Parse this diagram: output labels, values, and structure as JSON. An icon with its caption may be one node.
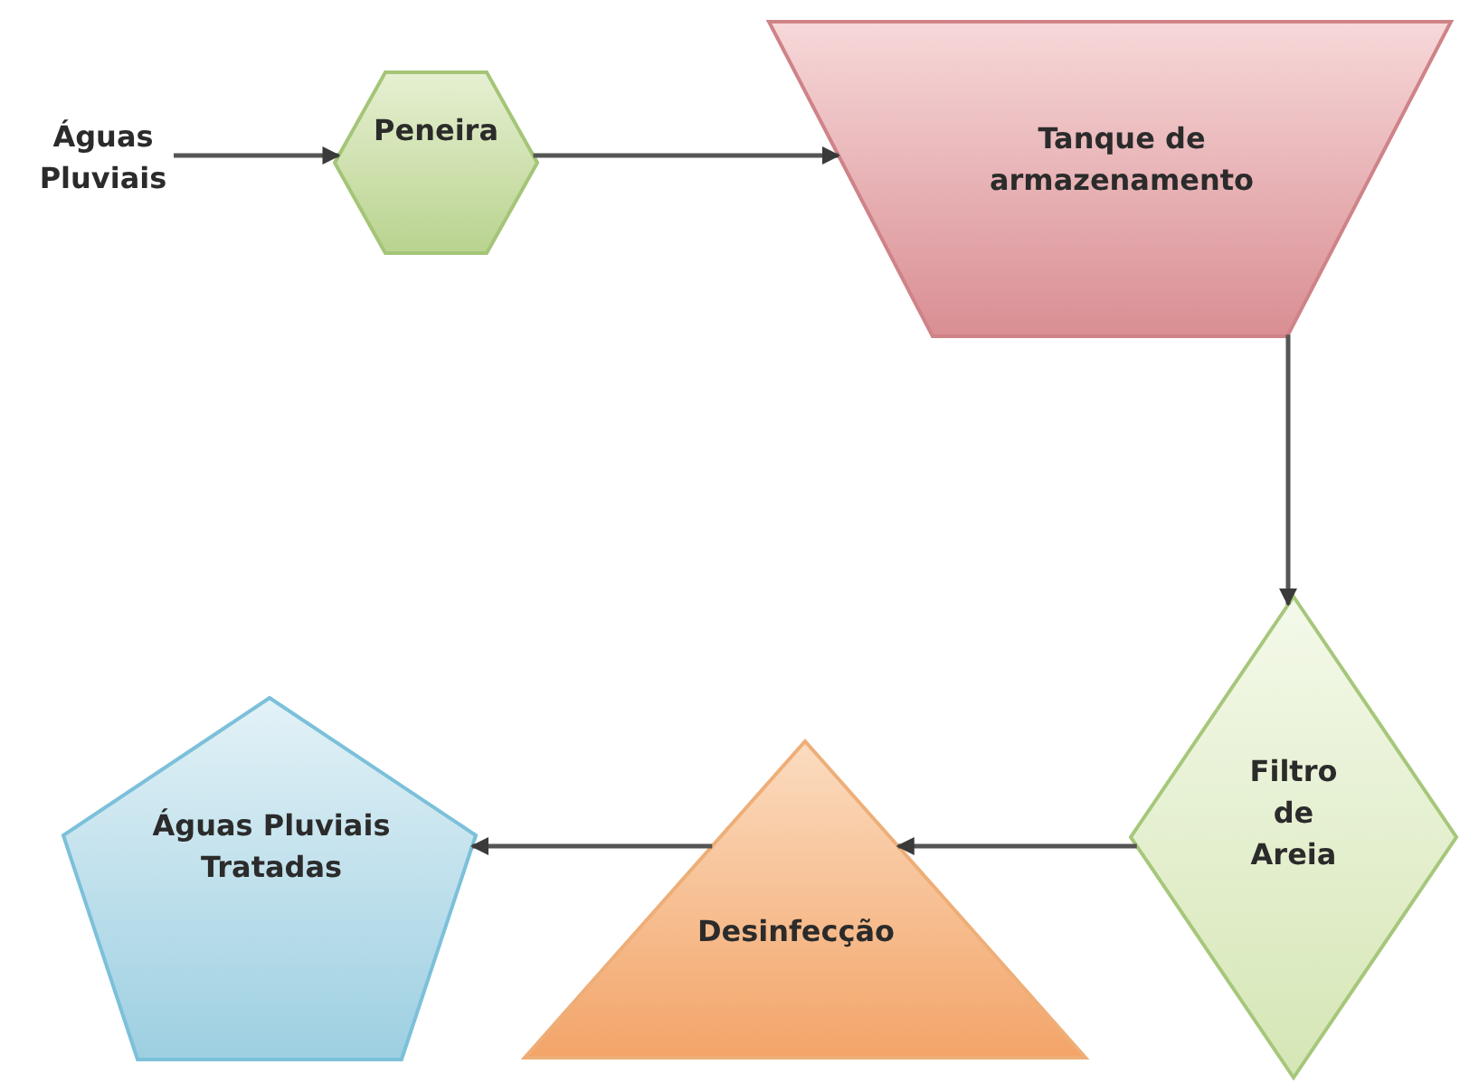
{
  "diagram": {
    "nodes": [
      {
        "text": [
          "Águas Pluviais"
        ]
      },
      {
        "text": [
          "Peneira"
        ]
      },
      {
        "text": [
          "Tanque de armazenamento"
        ]
      },
      {
        "text": [
          "Filtro de Areia"
        ]
      },
      {
        "text": [
          "Desinfecção"
        ]
      },
      {
        "text": [
          "Águas Pluviais Tratadas"
        ]
      }
    ],
    "edges": [
      {
        "from": 0,
        "to": 1,
        "arrow": "to"
      },
      {
        "from": 1,
        "to": 2,
        "arrow": "to"
      },
      {
        "from": 2,
        "to": 3,
        "arrow": "to"
      },
      {
        "from": 3,
        "to": 4,
        "arrow": "to"
      },
      {
        "from": 4,
        "to": 5,
        "arrow": "to"
      }
    ]
  }
}
